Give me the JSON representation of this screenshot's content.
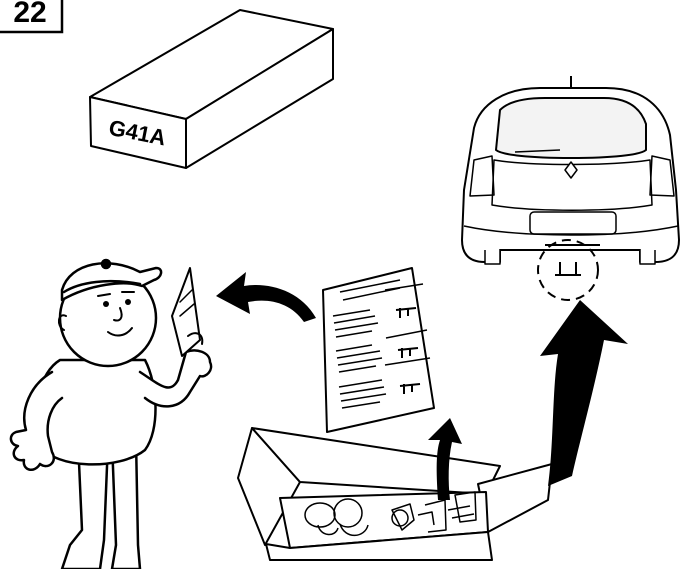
{
  "step_badge": {
    "number": "22"
  },
  "package": {
    "label": "G41A"
  },
  "colors": {
    "ink": "#000000",
    "paper": "#ffffff"
  },
  "illustration": {
    "items": [
      "mechanic-figure",
      "instruction-sheet",
      "parts-box",
      "car-rear-view",
      "tow-hitch-location"
    ]
  }
}
